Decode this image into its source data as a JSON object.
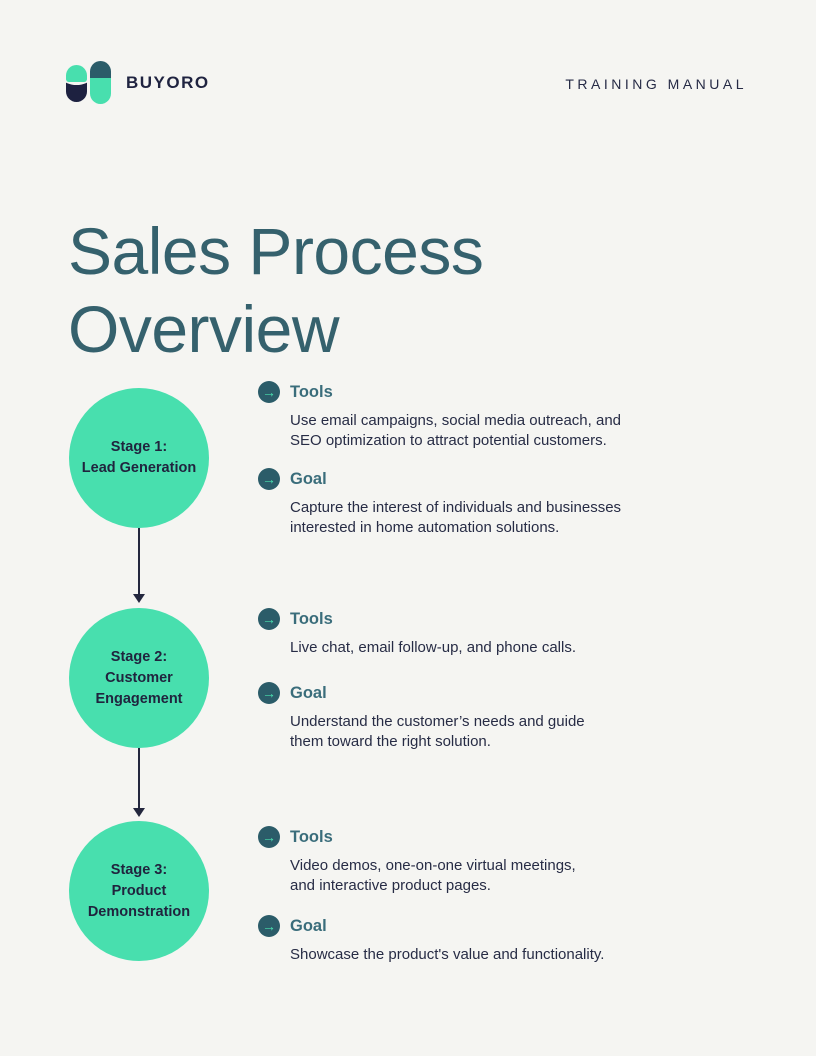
{
  "header": {
    "brand_name": "BUYORO",
    "doc_label": "TRAINING MANUAL"
  },
  "title_lines": [
    "Sales Process",
    "Overview"
  ],
  "icons": {
    "arrow_right": "→"
  },
  "colors": {
    "background": "#f5f5f2",
    "mint_green": "#48dfae",
    "dark_navy": "#20243e",
    "teal_dark": "#2b5c69",
    "teal_heading": "#3a6d7b",
    "title_teal": "#35616d"
  },
  "stages": [
    {
      "circle_lines": [
        "Stage 1:",
        "Lead Generation"
      ],
      "sections": [
        {
          "label": "Tools",
          "lines": [
            "Use email campaigns, social media outreach, and",
            "SEO optimization to attract potential customers."
          ]
        },
        {
          "label": "Goal",
          "lines": [
            "Capture the interest of individuals and businesses",
            "interested in home automation solutions."
          ]
        }
      ]
    },
    {
      "circle_lines": [
        "Stage 2:",
        "Customer",
        "Engagement"
      ],
      "sections": [
        {
          "label": "Tools",
          "lines": [
            "Live chat, email follow-up, and phone calls."
          ]
        },
        {
          "label": "Goal",
          "lines": [
            "Understand the customer’s needs and guide",
            "them toward the right solution."
          ]
        }
      ]
    },
    {
      "circle_lines": [
        "Stage 3:",
        "Product",
        "Demonstration"
      ],
      "sections": [
        {
          "label": "Tools",
          "lines": [
            "Video demos, one-on-one virtual meetings,",
            "and interactive product pages."
          ]
        },
        {
          "label": "Goal",
          "lines": [
            "Showcase the product's value and functionality."
          ]
        }
      ]
    }
  ]
}
